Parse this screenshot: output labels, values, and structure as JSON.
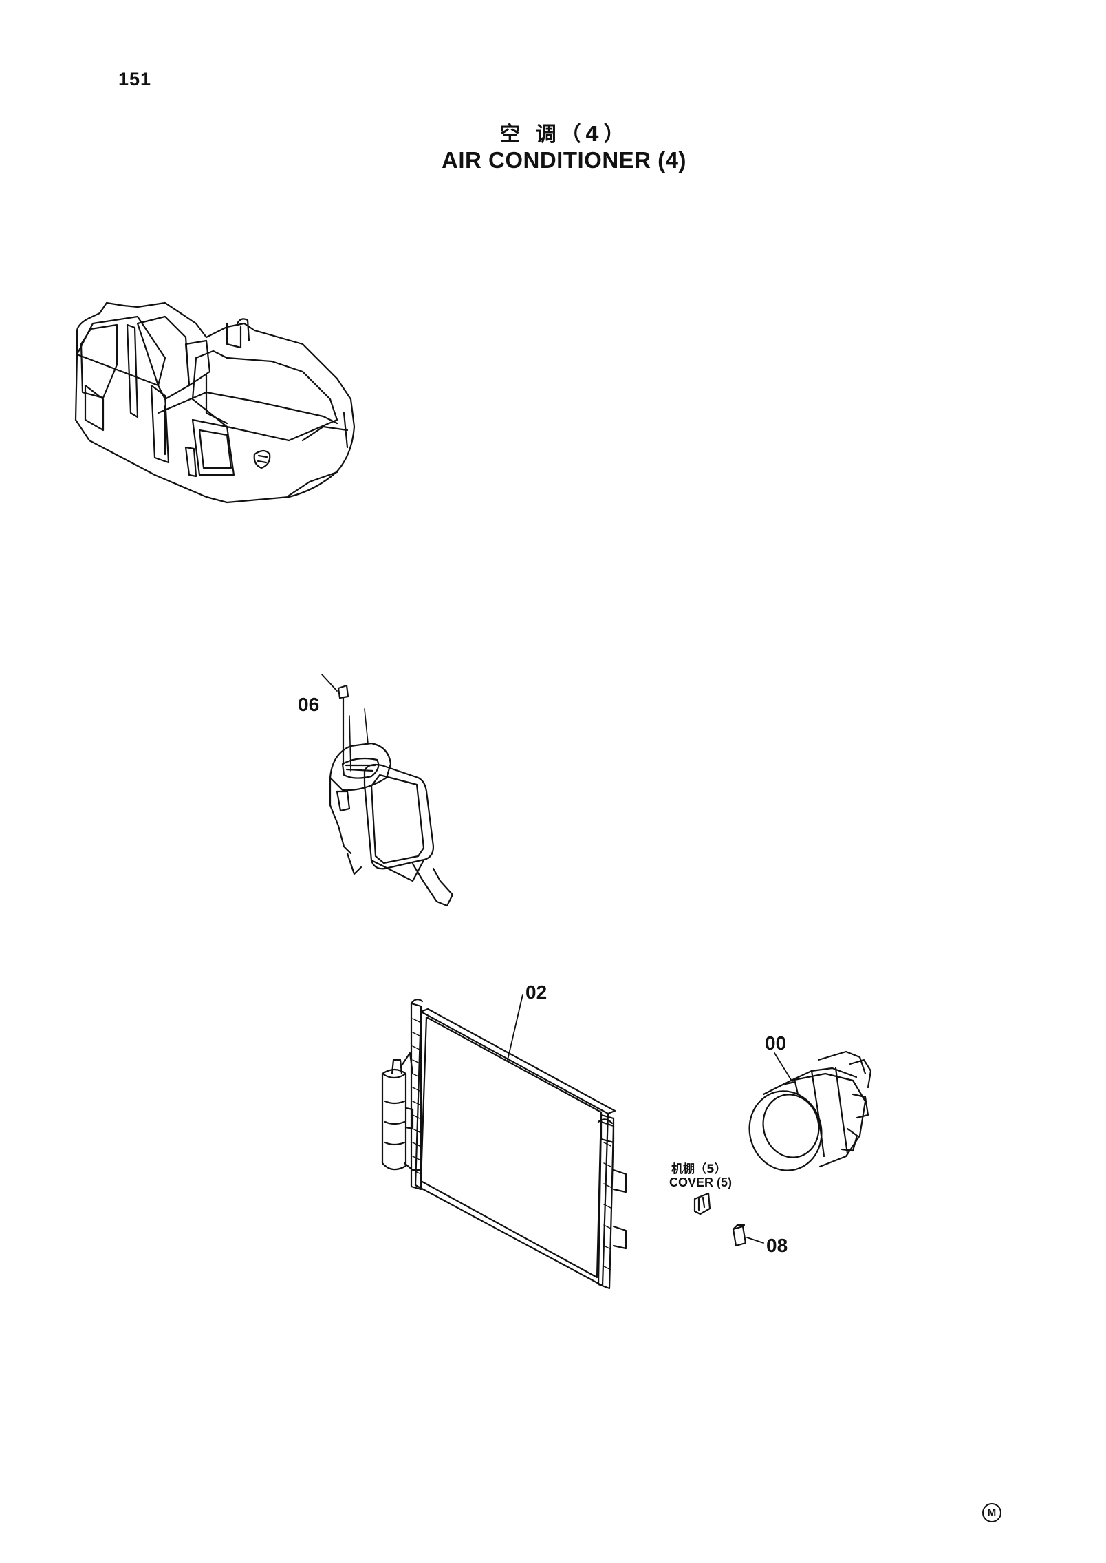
{
  "page": {
    "number": "151",
    "title_cn": "空 调（4）",
    "title_en": "AIR CONDITIONER (4)",
    "mark": "M"
  },
  "callouts": {
    "c06": "06",
    "c02": "02",
    "c00": "00",
    "c08": "08"
  },
  "cover_label": {
    "cn": "机棚（5）",
    "en": "COVER (5)"
  }
}
